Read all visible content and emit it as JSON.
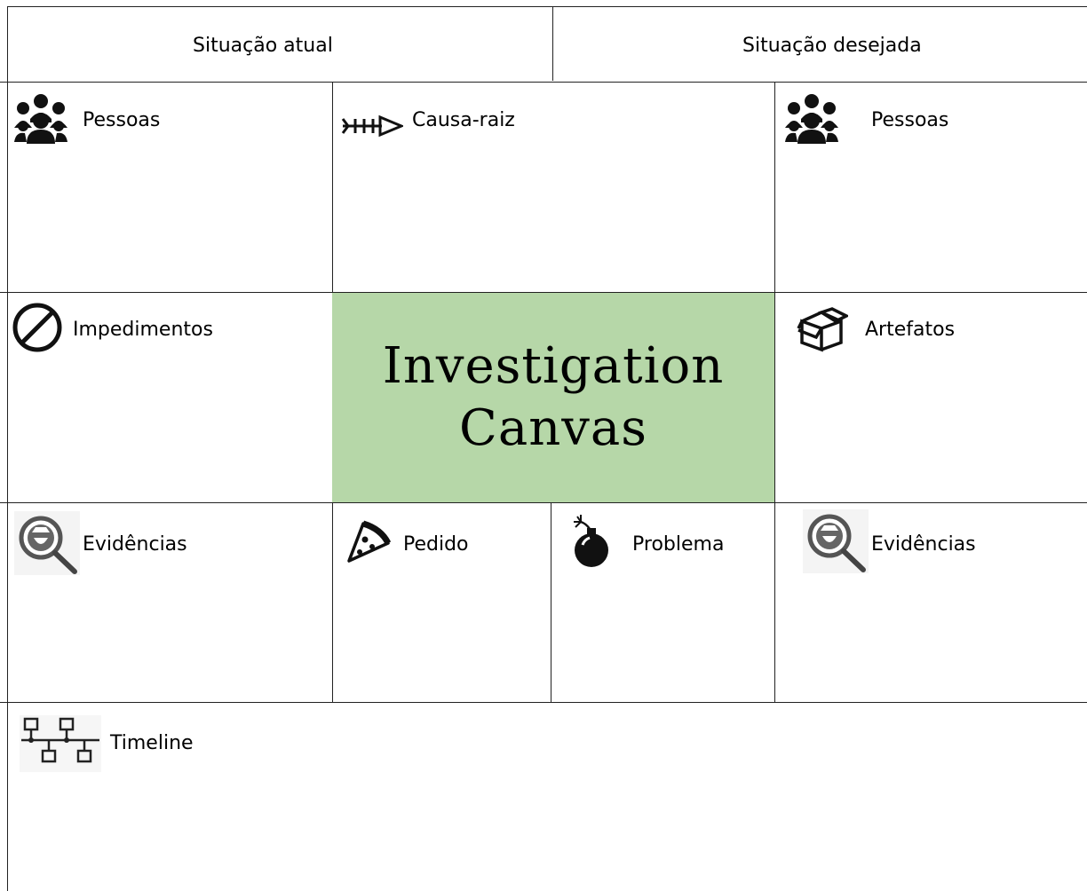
{
  "header": {
    "current_label": "Situação atual",
    "desired_label": "Situação desejada"
  },
  "center": {
    "line1": "Investigation",
    "line2": "Canvas",
    "fill_color": "#b6d7a8"
  },
  "cells": {
    "pessoas_left": {
      "label": "Pessoas",
      "icon": "people-icon"
    },
    "causa_raiz": {
      "label": "Causa-raiz",
      "icon": "fishbone-icon"
    },
    "pessoas_right": {
      "label": "Pessoas",
      "icon": "people-icon"
    },
    "impedimentos": {
      "label": "Impedimentos",
      "icon": "prohibited-icon"
    },
    "artefatos": {
      "label": "Artefatos",
      "icon": "box-icon"
    },
    "evidencias_left": {
      "label": "Evidências",
      "icon": "detective-magnifier-icon"
    },
    "pedido": {
      "label": "Pedido",
      "icon": "pizza-slice-icon"
    },
    "problema": {
      "label": "Problema",
      "icon": "bomb-icon"
    },
    "evidencias_right": {
      "label": "Evidências",
      "icon": "detective-magnifier-icon"
    },
    "timeline": {
      "label": "Timeline",
      "icon": "flowchart-icon"
    }
  }
}
